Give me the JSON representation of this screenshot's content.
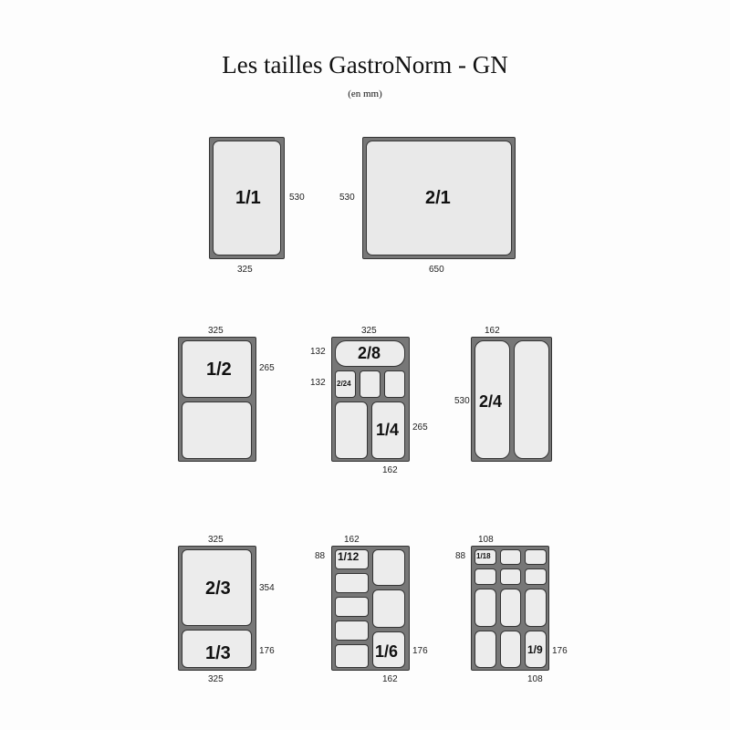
{
  "title": "Les tailles GastroNorm - GN",
  "subtitle": "(en mm)",
  "pans": {
    "gn_1_1": {
      "label": "1/1",
      "width": "325",
      "length": "530"
    },
    "gn_2_1": {
      "label": "2/1",
      "width": "650",
      "length": "530"
    },
    "gn_1_2": {
      "label": "1/2",
      "width": "325",
      "length": "265"
    },
    "gn_2_8": {
      "label": "2/8",
      "width": "325",
      "length": "132"
    },
    "gn_2_24": {
      "label": "2/24",
      "length": "132"
    },
    "gn_1_4": {
      "label": "1/4",
      "width": "162",
      "length": "265"
    },
    "gn_2_4": {
      "label": "2/4",
      "width": "162",
      "length": "530"
    },
    "gn_2_3": {
      "label": "2/3",
      "width": "325",
      "length": "354"
    },
    "gn_1_3": {
      "label": "1/3",
      "width": "325",
      "length": "176"
    },
    "gn_1_12": {
      "label": "1/12",
      "width": "162",
      "length": "88"
    },
    "gn_1_6": {
      "label": "1/6",
      "width": "162",
      "length": "176"
    },
    "gn_1_18": {
      "label": "1/18",
      "width": "108",
      "length": "88"
    },
    "gn_1_9": {
      "label": "1/9",
      "width": "108",
      "length": "176"
    }
  }
}
